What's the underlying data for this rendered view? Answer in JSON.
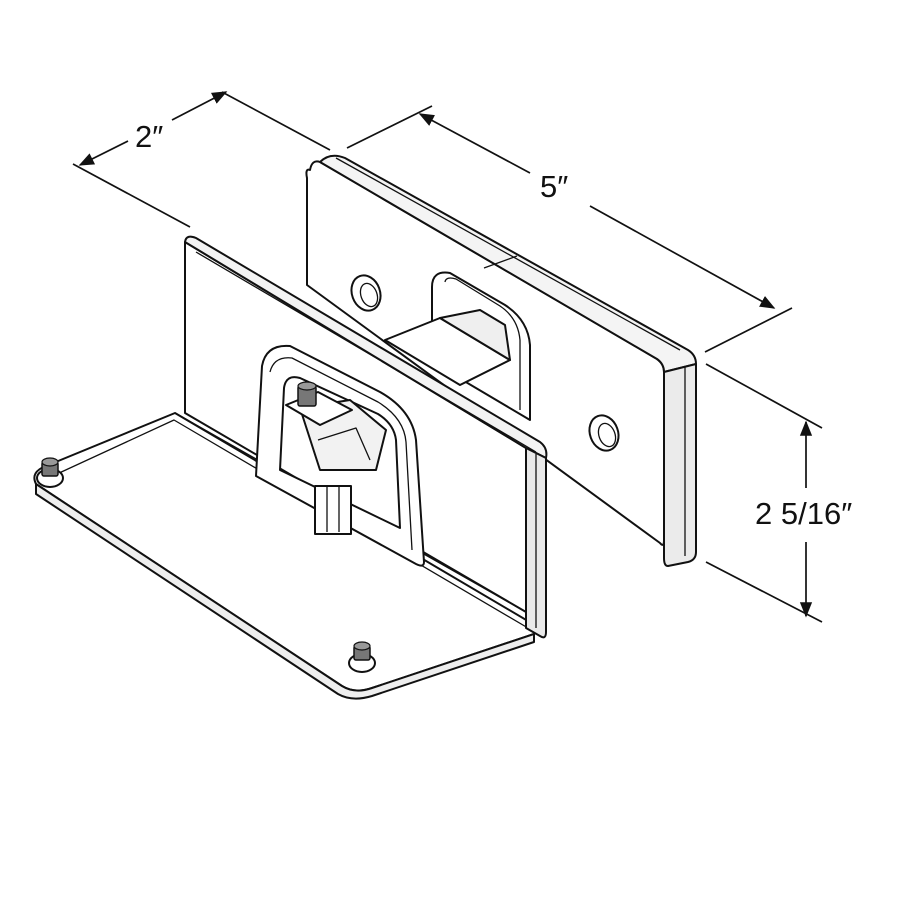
{
  "dimensions": {
    "depth": "2″",
    "length": "5″",
    "height": "2 5/16″"
  },
  "colors": {
    "line": "#111111",
    "face_light": "#ffffff",
    "face_shade": "#f2f2f2",
    "screw": "#777777"
  }
}
